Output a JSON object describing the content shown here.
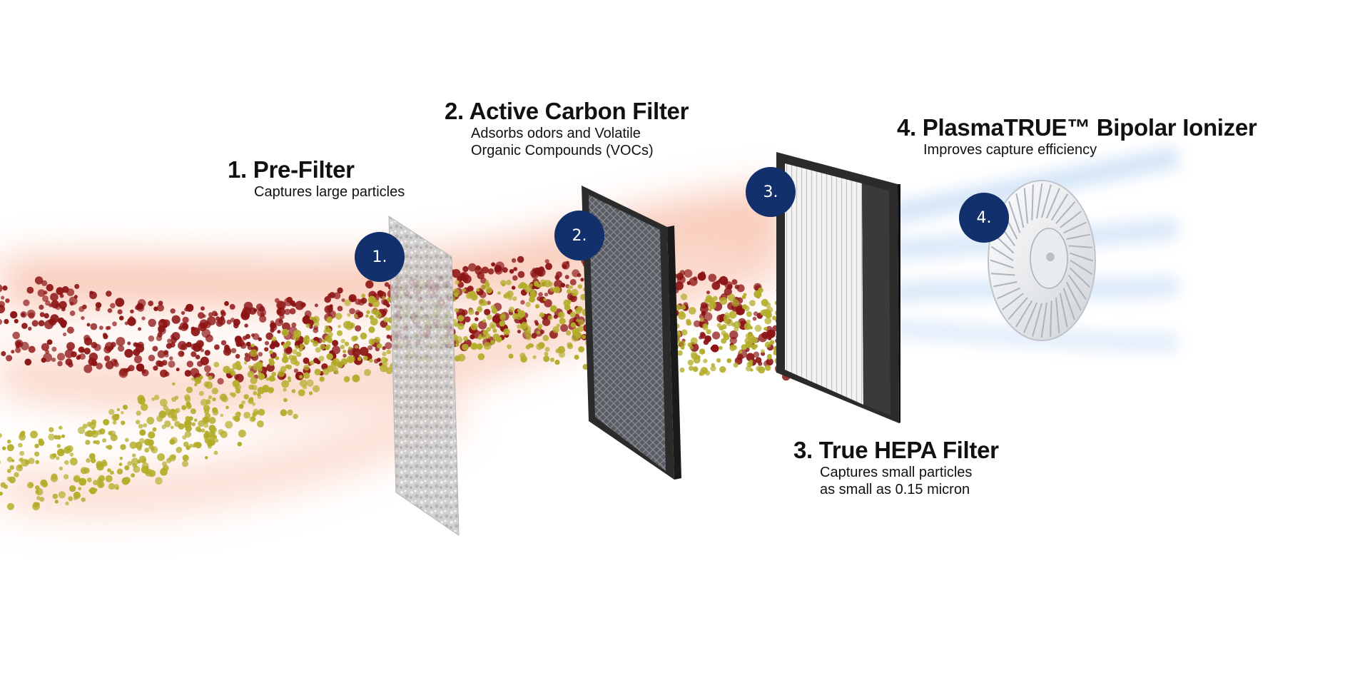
{
  "colors": {
    "badge": "#12306b",
    "particles_large": "#8c1414",
    "particles_small": "#b3ad2a",
    "airflow_dirty": "#f6b59d",
    "airflow_clean": "#cfe2f7",
    "filter_frame": "#2b2b2b"
  },
  "stages": [
    {
      "badge": "1.",
      "title": "1. Pre-Filter",
      "description": [
        "Captures large particles"
      ]
    },
    {
      "badge": "2.",
      "title": "2. Active Carbon Filter",
      "description": [
        "Adsorbs odors and Volatile",
        "Organic Compounds (VOCs)"
      ]
    },
    {
      "badge": "3.",
      "title": "3. True HEPA Filter",
      "description": [
        "Captures small particles",
        "as small as 0.15 micron"
      ]
    },
    {
      "badge": "4.",
      "title": "4. PlasmaTRUE™ Bipolar Ionizer",
      "description": [
        "Improves capture efficiency"
      ]
    }
  ]
}
